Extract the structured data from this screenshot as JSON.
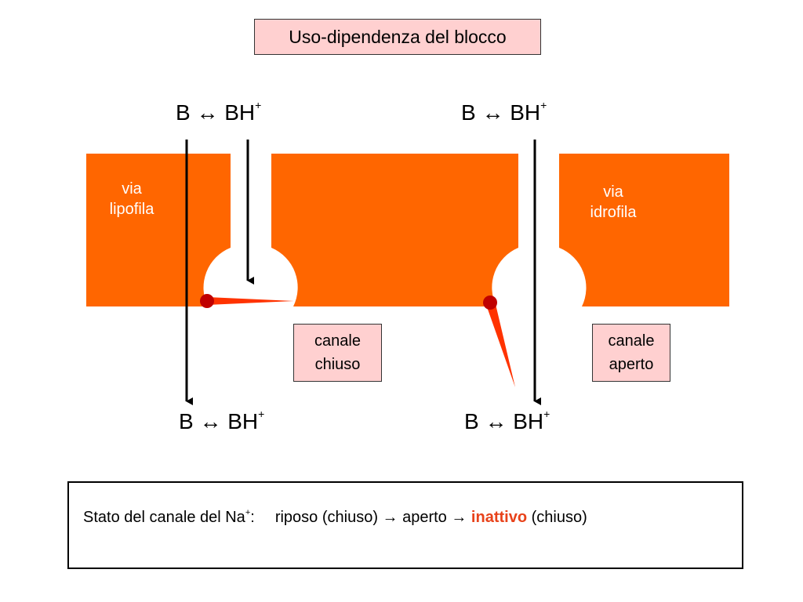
{
  "title": "Uso-dipendenza del blocco",
  "equation": {
    "base": "B ↔ BH",
    "charge": "+"
  },
  "pathways": {
    "lipophilic": {
      "line1": "via",
      "line2": "lipofila"
    },
    "hydrophilic": {
      "line1": "via",
      "line2": "idrofila"
    }
  },
  "channel_states": {
    "closed": {
      "line1": "canale",
      "line2": "chiuso"
    },
    "open": {
      "line1": "canale",
      "line2": "aperto"
    }
  },
  "legend": {
    "prefix": "Stato del canale del Na",
    "prefix_sup": "+",
    "colon": ":",
    "rest": "riposo (chiuso) → aperto → ",
    "inactive": "inattivo",
    "tail": " (chiuso)"
  },
  "colors": {
    "membrane": "#ff6600",
    "gate": "#ff3300",
    "gate_hinge": "#c00000",
    "label_box": "#ffd0d0",
    "highlight": "#e8421a"
  }
}
